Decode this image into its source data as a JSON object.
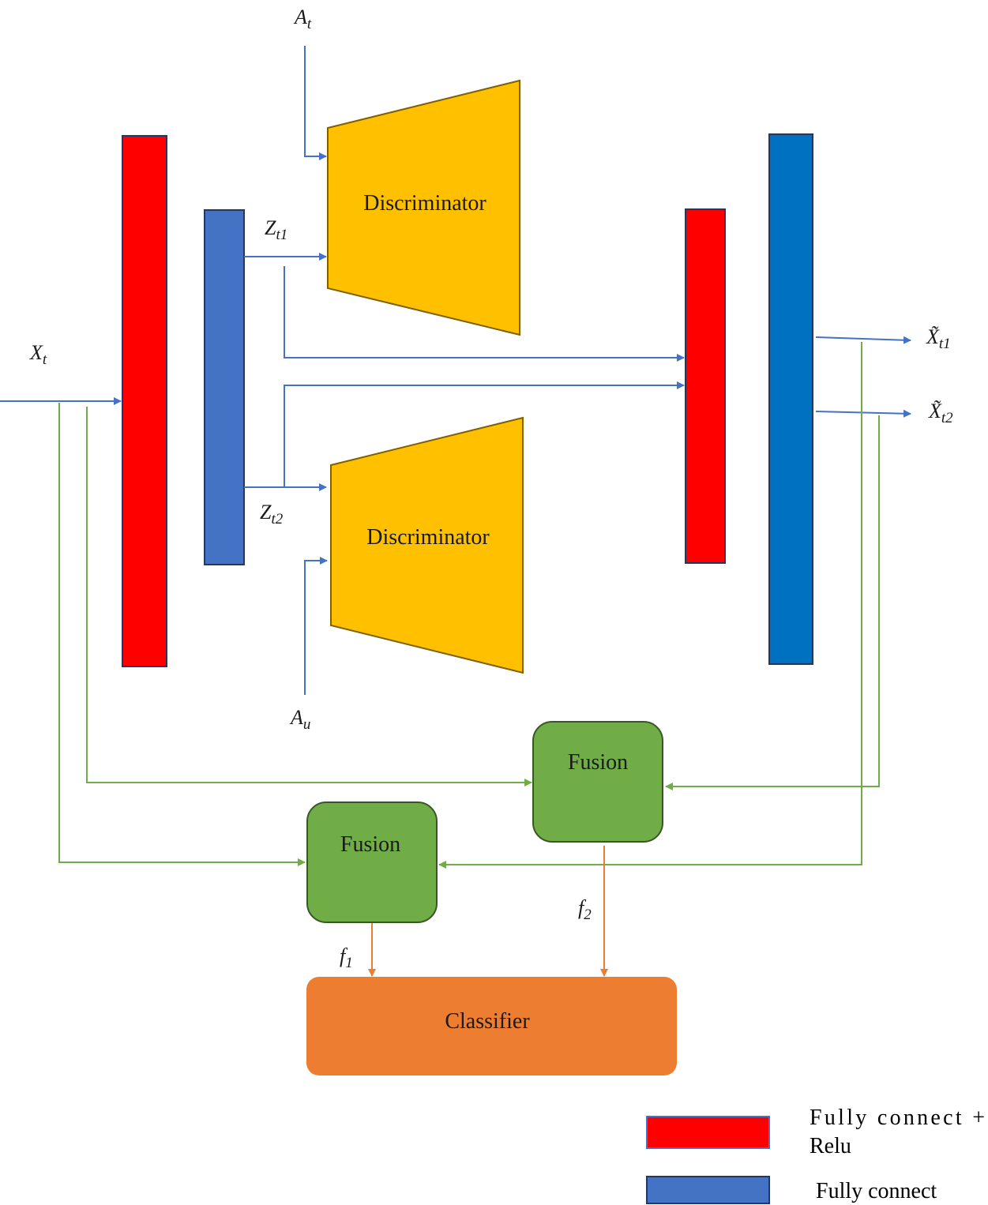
{
  "colors": {
    "red_layer": "#ff0000",
    "blue_layer": "#4472c4",
    "blue_layer_dark": "#0070c0",
    "discriminator": "#ffc000",
    "fusion": "#70ad47",
    "classifier": "#ed7d31",
    "arrow_blue": "#4472c4",
    "arrow_green": "#70ad47",
    "arrow_orange": "#ed7d31"
  },
  "variables": {
    "at": {
      "base": "A",
      "sub": "t"
    },
    "au": {
      "base": "A",
      "sub": "u"
    },
    "xt": {
      "base": "X",
      "sub": "t"
    },
    "zt1": {
      "base": "Z",
      "sub": "t1"
    },
    "zt2": {
      "base": "Z",
      "sub": "t2"
    },
    "xt1_hat": {
      "base": "X̃",
      "sub": "t1"
    },
    "xt2_hat": {
      "base": "X̃",
      "sub": "t2"
    },
    "f1": {
      "base": "f",
      "sub": "1"
    },
    "f2": {
      "base": "f",
      "sub": "2"
    }
  },
  "blocks": {
    "discriminator_top": "Discriminator",
    "discriminator_bottom": "Discriminator",
    "fusion_right": "Fusion",
    "fusion_left": "Fusion",
    "classifier": "Classifier"
  },
  "legend": {
    "red_line1": "Fully connect +",
    "red_line2": "Relu",
    "blue": "Fully connect"
  }
}
